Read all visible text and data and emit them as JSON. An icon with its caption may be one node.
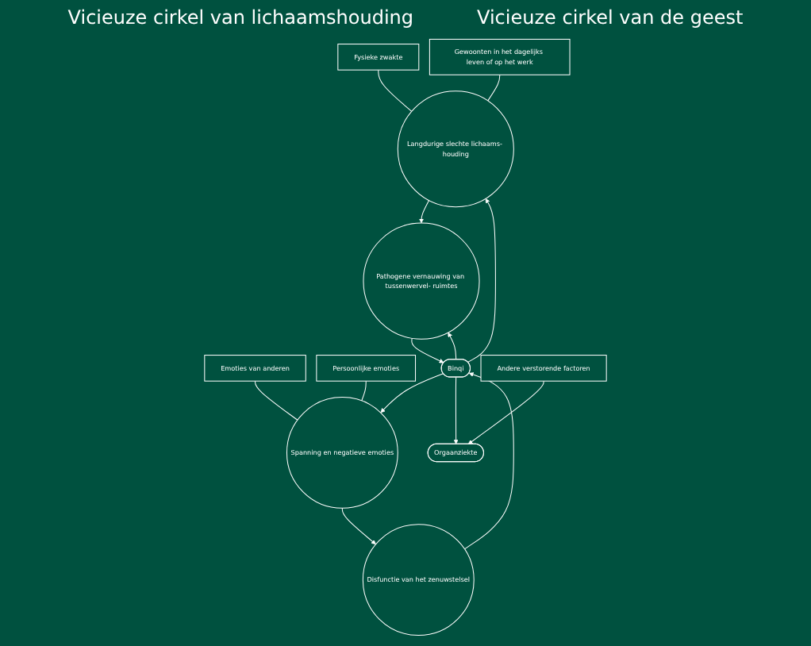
{
  "diagram": {
    "nodes": [
      {
        "text": [
          "Fysieke zwakte"
        ]
      },
      {
        "text": [
          "Gewoonten in het dagelijks leven of op het werk"
        ]
      },
      {
        "text": [
          "Emoties van anderen"
        ]
      },
      {
        "text": [
          "Persoonlijke emoties"
        ]
      },
      {
        "text": [
          "Langdurige slechte lichaams- houding"
        ]
      },
      {
        "text": [
          "Spanning en negatieve emoties"
        ]
      },
      {
        "text": [
          "Pathogene vernauwing van tussenwervel- ruimtes"
        ]
      },
      {
        "text": [
          "Binqi"
        ]
      },
      {
        "text": [
          "Disfunctie van het zenuwstelsel"
        ]
      },
      {
        "text": [
          "Andere verstorende factoren"
        ]
      },
      {
        "text": [
          "Orgaanziekte"
        ]
      }
    ],
    "edges": [
      {
        "from": 0,
        "to": 4,
        "arrow": "none"
      },
      {
        "from": 1,
        "to": 4,
        "arrow": "none"
      },
      {
        "from": 2,
        "to": 5,
        "arrow": "none"
      },
      {
        "from": 3,
        "to": 5,
        "arrow": "none"
      },
      {
        "from": 4,
        "to": 6,
        "arrow": "to"
      },
      {
        "from": 6,
        "to": 7,
        "arrow": "to"
      },
      {
        "from": 7,
        "to": 4,
        "arrow": "to"
      },
      {
        "from": 7,
        "to": 6,
        "arrow": "to"
      },
      {
        "from": 5,
        "to": 8,
        "arrow": "to"
      },
      {
        "from": 8,
        "to": 7,
        "arrow": "to"
      },
      {
        "from": 7,
        "to": 5,
        "arrow": "to"
      },
      {
        "from": 7,
        "to": 10,
        "arrow": "to"
      },
      {
        "from": 9,
        "to": 10,
        "arrow": "to"
      }
    ],
    "labels": [
      "Vicieuze cirkel van lichaamshouding",
      "Vicieuze cirkel van de geest"
    ]
  }
}
